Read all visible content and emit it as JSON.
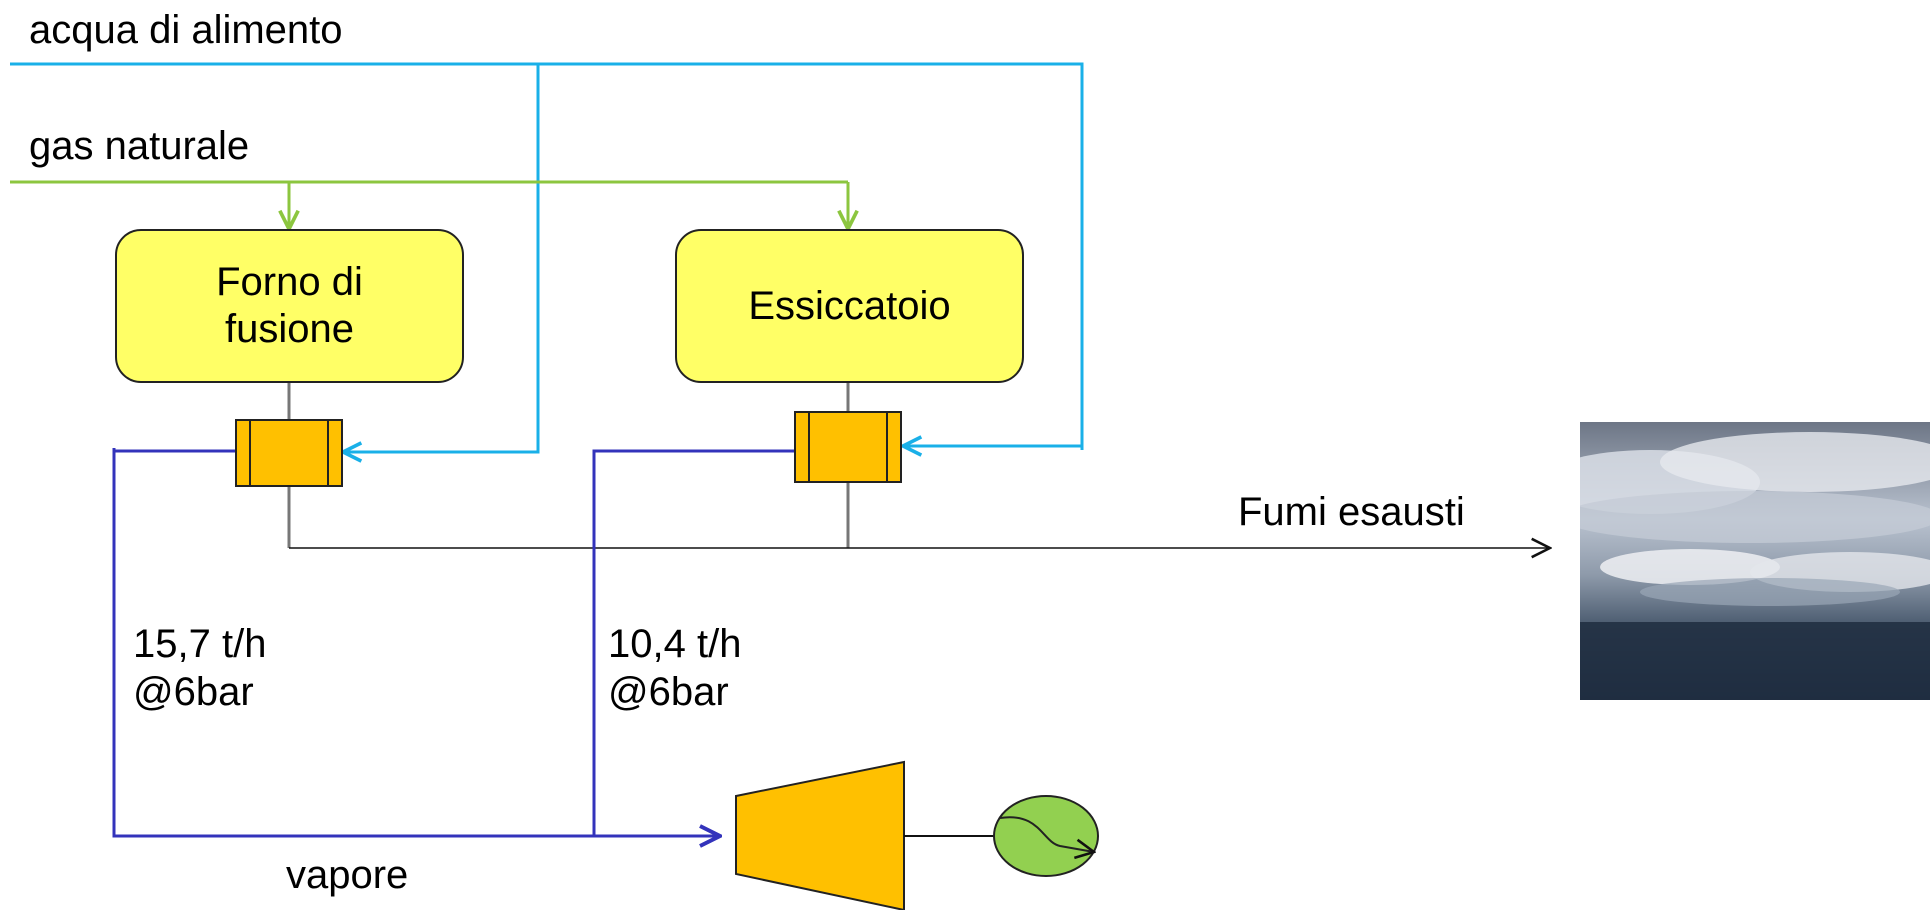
{
  "labels": {
    "feedwater": "acqua di alimento",
    "natural_gas": "gas naturale",
    "exhaust": "Fumi esausti",
    "steam": "vapore"
  },
  "units": {
    "furnace": {
      "line1": "Forno di",
      "line2": "fusione"
    },
    "dryer": {
      "line1": "Essiccatoio"
    }
  },
  "flows": {
    "furnace_steam": {
      "rate": "15,7 t/h",
      "pressure": "@6bar"
    },
    "dryer_steam": {
      "rate": "10,4 t/h",
      "pressure": "@6bar"
    }
  },
  "colors": {
    "feedwater_line": "#1ab0e8",
    "gas_line": "#8cc63f",
    "steam_line": "#3333bb",
    "exhaust_line": "#777777",
    "unit_fill": "#ffff66",
    "exchanger_fill": "#ffc000",
    "generator_fill": "#92d050"
  },
  "icons": [
    "heat-exchanger-icon",
    "steam-turbine-icon",
    "generator-icon",
    "sky-clouds-photo"
  ]
}
